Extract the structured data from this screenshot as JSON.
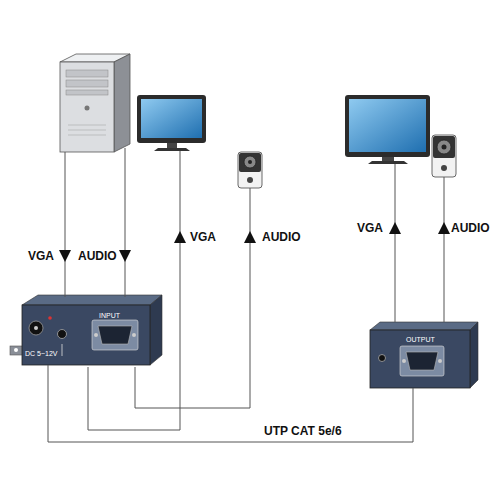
{
  "diagram": {
    "nodes": [
      {
        "text": [
          "INPUT",
          "DC 5~12V"
        ]
      },
      {
        "text": [
          "OUTPUT"
        ]
      }
    ],
    "edges": [
      {
        "from": 0,
        "to": 1,
        "arrow": "none",
        "label": "UTP CAT 5e/6"
      }
    ],
    "labels": [
      "VGA",
      "AUDIO",
      "VGA",
      "AUDIO",
      "VGA",
      "AUDIO"
    ]
  }
}
